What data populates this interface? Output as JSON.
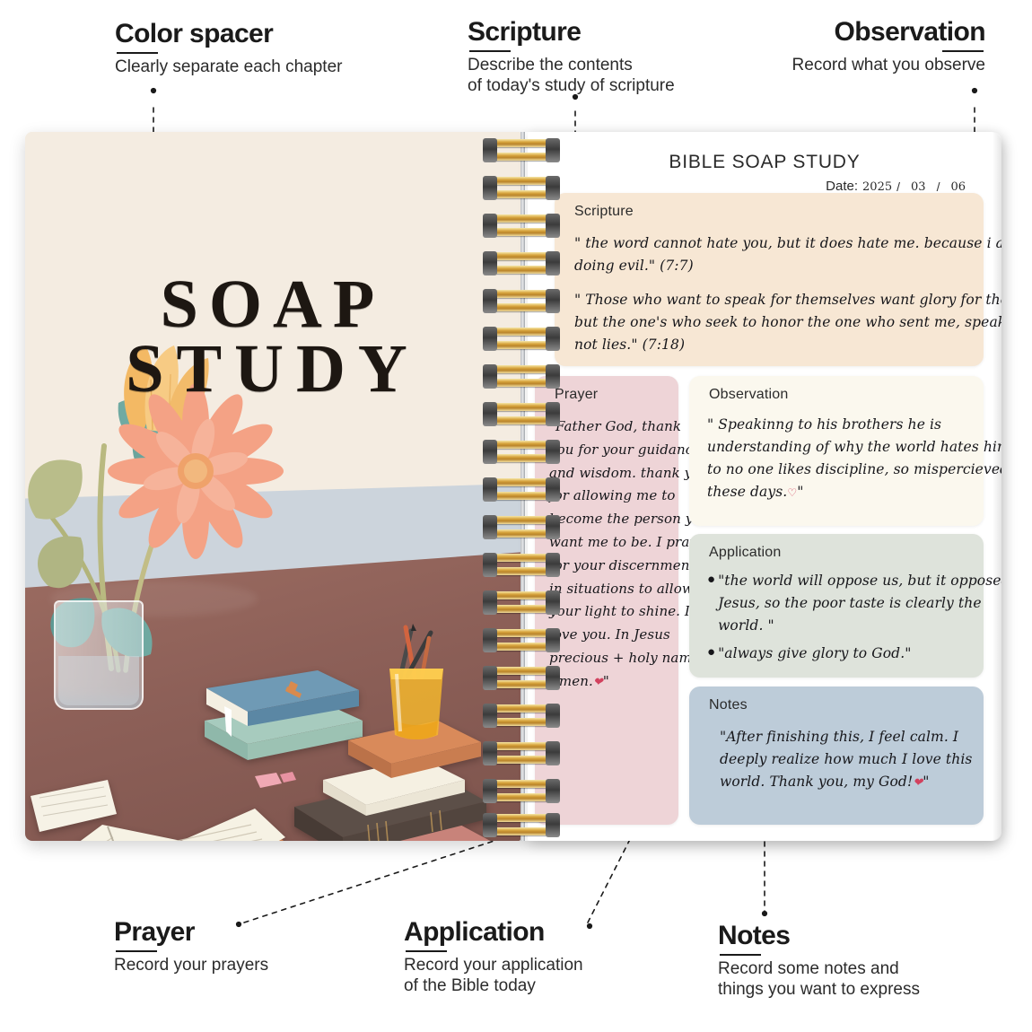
{
  "callouts": [
    {
      "id": "color-spacer",
      "title": "Color spacer",
      "subtitle_lines": [
        "Clearly separate each chapter"
      ]
    },
    {
      "id": "scripture",
      "title": "Scripture",
      "subtitle_lines": [
        "Describe the contents",
        "of today's study of scripture"
      ]
    },
    {
      "id": "observation",
      "title": "Observation",
      "subtitle_lines": [
        "Record what you observe"
      ]
    },
    {
      "id": "prayer",
      "title": "Prayer",
      "subtitle_lines": [
        "Record your prayers"
      ]
    },
    {
      "id": "application",
      "title": "Application",
      "subtitle_lines": [
        "Record your application",
        "of the Bible today"
      ]
    },
    {
      "id": "notes",
      "title": "Notes",
      "subtitle_lines": [
        "Record some notes and",
        "things you want to express"
      ]
    }
  ],
  "cover": {
    "title_line1": "SOAP",
    "title_line2": "STUDY"
  },
  "sheet": {
    "title": "BIBLE SOAP STUDY",
    "date_label": "Date:",
    "date_year": "2025",
    "date_month": "03",
    "date_day": "06",
    "date_sep": "/"
  },
  "cards": {
    "scripture": {
      "label": "Scripture",
      "paragraphs": [
        [
          "\" the word cannot hate you, but it does hate me. because i accuse of it",
          "doing evil.\" (7:7)"
        ],
        [
          "\" Those who want to speak for themselves want glory for themselves",
          "but the one's who seek to honor the one who sent me, speaks truth",
          "not lies.\" (7:18)"
        ]
      ]
    },
    "prayer": {
      "label": "Prayer",
      "lines": [
        "\"Father God, thank",
        "you for your guidance",
        "and wisdom. thank you",
        "for allowing me to",
        "become the person you",
        "want me to be. I pray",
        "for your discernment",
        "in situations to allow",
        "your light to shine. I",
        "love you. In Jesus",
        "precious + holy name,",
        "Amen."
      ],
      "closing_quote": "\""
    },
    "observation": {
      "label": "Observation",
      "lines": [
        "\" Speakinng to his brothers he is",
        "understanding of why the world hates him",
        "to no one likes discipline, so mispercieved",
        "these days."
      ],
      "closing_quote": "\""
    },
    "application": {
      "label": "Application",
      "bullets": [
        [
          "\"the world will oppose us, but it opposed",
          "Jesus, so the poor taste is clearly the",
          "world.            \""
        ],
        [
          "\"always give glory to God.\""
        ]
      ]
    },
    "notes": {
      "label": "Notes",
      "lines": [
        "\"After finishing this, I feel calm. I",
        "deeply realize how much I love this",
        "world. Thank you, my God!"
      ],
      "closing_quote": "\""
    }
  },
  "colors": {
    "scripture_card": "#f7e7d4",
    "prayer_card": "#eed4d7",
    "observation_card": "#fbf8ee",
    "application_card": "#dee3db",
    "notes_card": "#bdccd9",
    "cover_bg": "#f4ece1",
    "spiral_gold": "#d9a63f",
    "heart_red": "#d2415e"
  }
}
